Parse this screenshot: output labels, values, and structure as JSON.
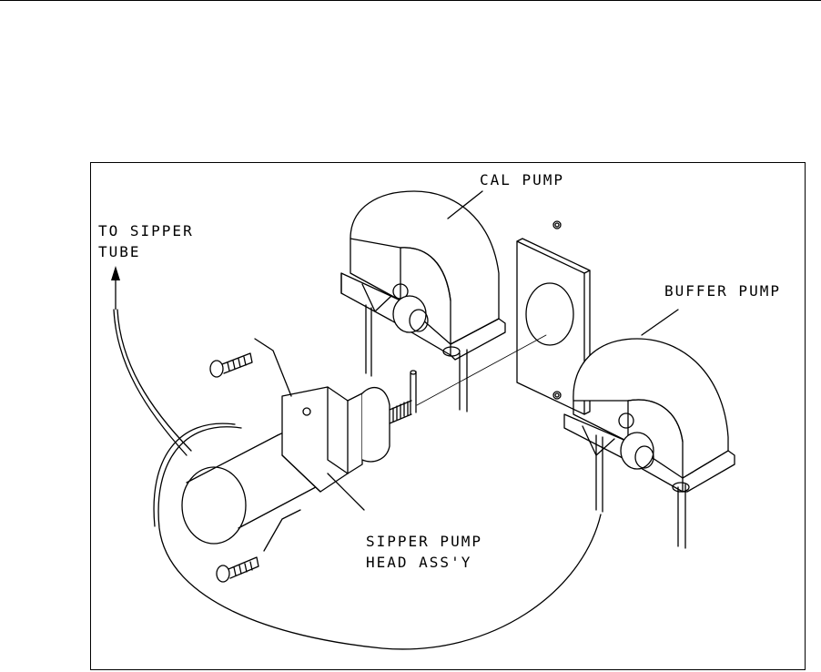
{
  "figure": {
    "border_color": "#000000",
    "labels": {
      "cal_pump": "CAL PUMP",
      "buffer_pump": "BUFFER PUMP",
      "sipper_tube_line1": "TO SIPPER",
      "sipper_tube_line2": "TUBE",
      "sipper_head_line1": "SIPPER PUMP",
      "sipper_head_line2": "HEAD ASS'Y"
    }
  }
}
